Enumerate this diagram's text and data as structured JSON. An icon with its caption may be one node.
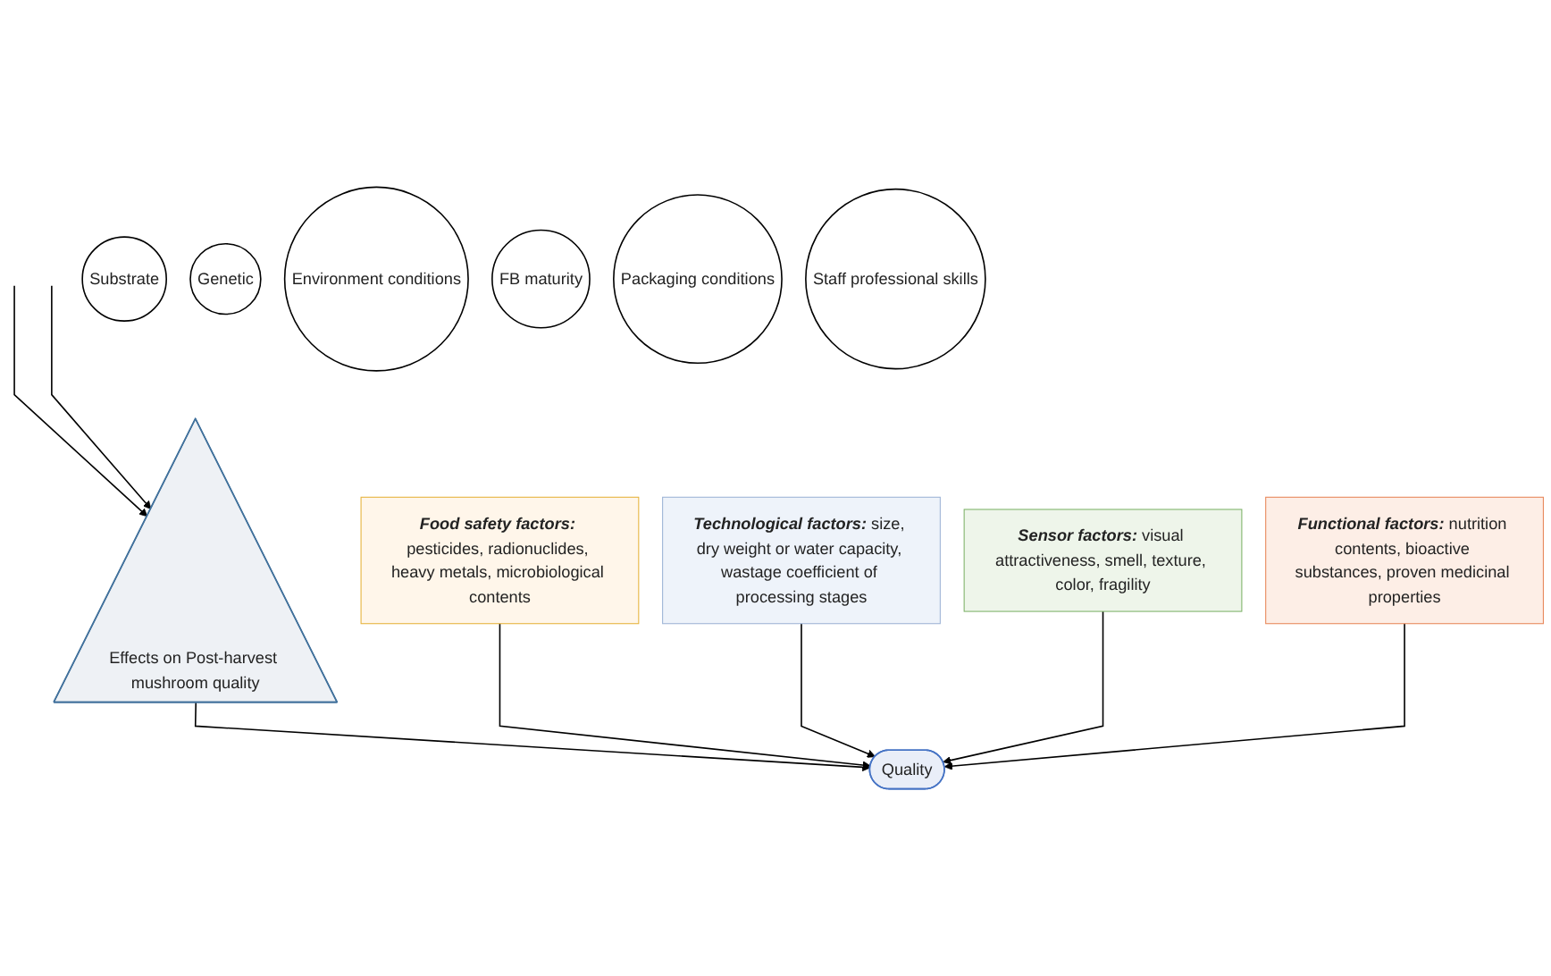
{
  "diagram": {
    "nodes": [
      {
        "text": [
          "Substrate"
        ]
      },
      {
        "text": [
          "Genetic"
        ]
      },
      {
        "text": [
          "Environment conditions"
        ]
      },
      {
        "text": [
          "FB maturity"
        ]
      },
      {
        "text": [
          "Packaging conditions"
        ]
      },
      {
        "text": [
          "Staff professional skills"
        ]
      },
      {
        "text": [
          "Effects on Post-harvest mushroom quality"
        ]
      },
      {
        "text": [
          "Food safety factors:",
          "pesticides, radionuclides, heavy metals, microbiological contents"
        ]
      },
      {
        "text": [
          "Quality"
        ]
      },
      {
        "text": [
          "Technological factors:",
          "size, dry weight or water capacity, wastage coefficient of processing stages"
        ]
      },
      {
        "text": [
          "Sensor factors:",
          "visual attractiveness, smell, texture, color, fragility"
        ]
      },
      {
        "text": [
          "Functional factors:",
          "nutrition contents, bioactive substances, proven medicinal properties"
        ]
      }
    ],
    "edges": [
      {
        "from": null,
        "to": 6,
        "arrow": "to"
      },
      {
        "from": null,
        "to": 6,
        "arrow": "to"
      },
      {
        "from": 6,
        "to": 8,
        "arrow": "to"
      },
      {
        "from": 7,
        "to": 8,
        "arrow": "to"
      },
      {
        "from": 9,
        "to": 8,
        "arrow": "to"
      },
      {
        "from": 10,
        "to": 8,
        "arrow": "to"
      },
      {
        "from": 11,
        "to": 8,
        "arrow": "to"
      }
    ]
  }
}
